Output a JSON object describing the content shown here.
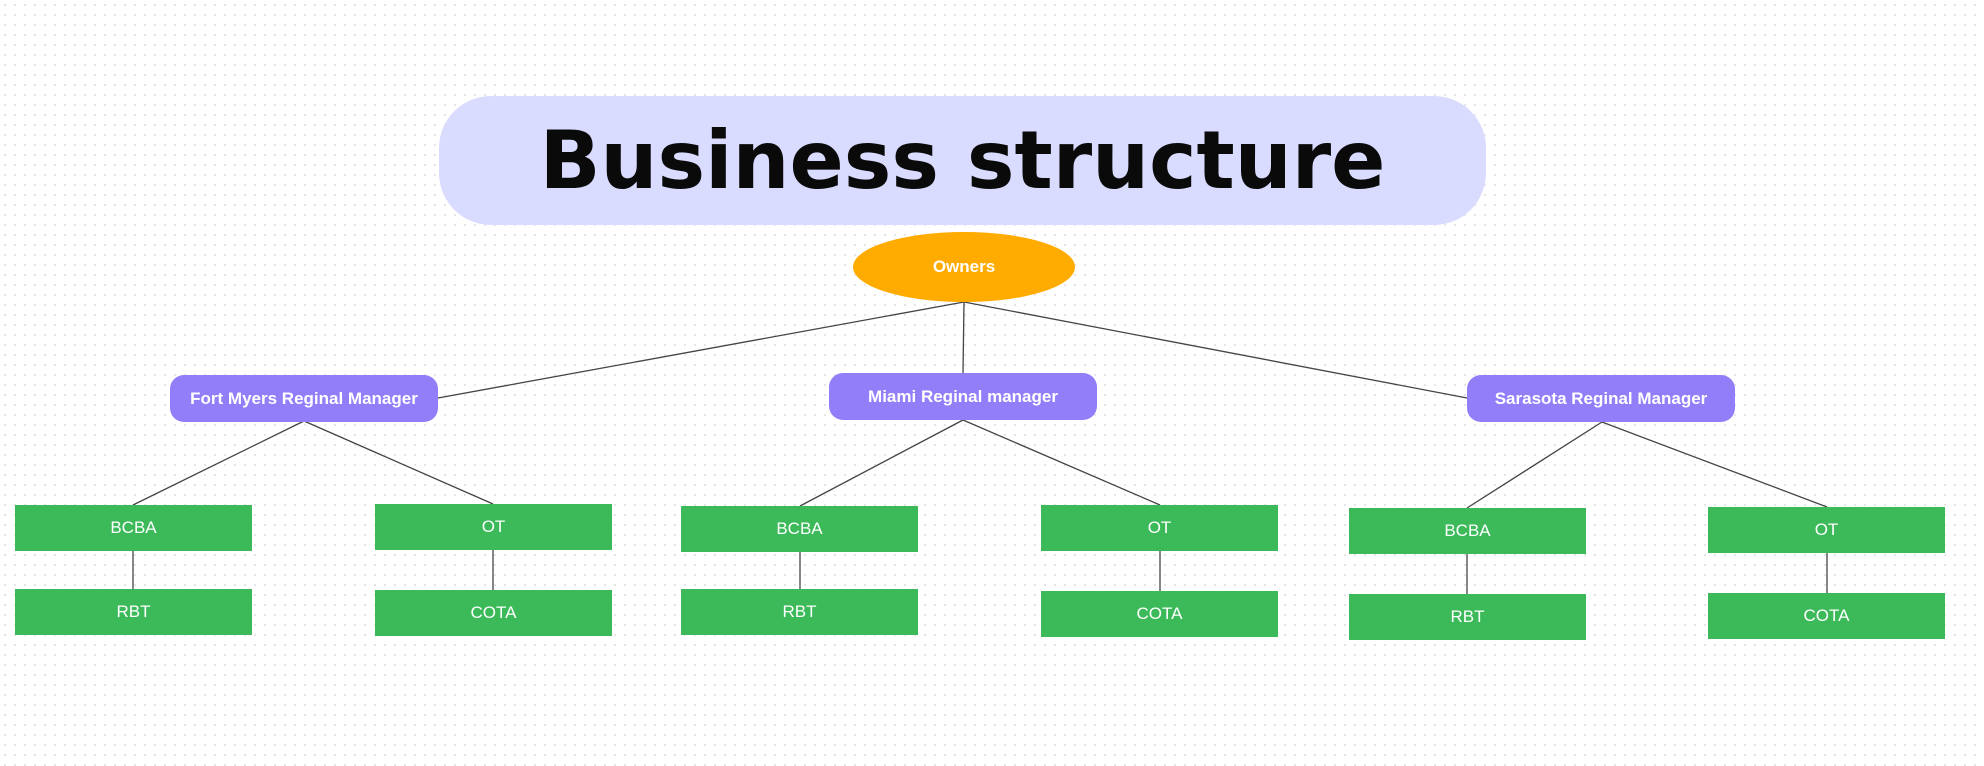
{
  "diagram": {
    "title": "Business structure",
    "root": {
      "label": "Owners"
    },
    "managers": [
      {
        "label": "Fort Myers Reginal Manager",
        "roles": [
          {
            "label": "BCBA",
            "child": "RBT"
          },
          {
            "label": "OT",
            "child": "COTA"
          }
        ]
      },
      {
        "label": "Miami Reginal manager",
        "roles": [
          {
            "label": "BCBA",
            "child": "RBT"
          },
          {
            "label": "OT",
            "child": "COTA"
          }
        ]
      },
      {
        "label": "Sarasota Reginal Manager",
        "roles": [
          {
            "label": "BCBA",
            "child": "RBT"
          },
          {
            "label": "OT",
            "child": "COTA"
          }
        ]
      }
    ],
    "colors": {
      "title_background": "#d9dbff",
      "root_fill": "#ffab00",
      "manager_fill": "#927ef8",
      "role_fill": "#3cba5a",
      "connector": "#444444"
    }
  }
}
